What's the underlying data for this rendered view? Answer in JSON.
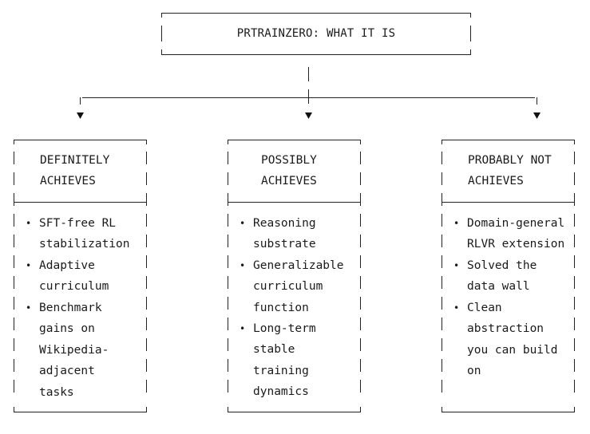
{
  "title": "PRTRAINZERO: WHAT IT IS",
  "columns": [
    {
      "header_lines": [
        "DEFINITELY",
        "ACHIEVES"
      ],
      "items": [
        [
          "SFT-free RL",
          "stabilization"
        ],
        [
          "Adaptive",
          "curriculum"
        ],
        [
          "Benchmark",
          "gains on",
          "Wikipedia-",
          "adjacent",
          "tasks"
        ]
      ]
    },
    {
      "header_lines": [
        "POSSIBLY",
        "ACHIEVES"
      ],
      "items": [
        [
          "Reasoning",
          "substrate"
        ],
        [
          "Generalizable",
          "curriculum",
          "function"
        ],
        [
          "Long-term",
          "stable",
          "training",
          "dynamics"
        ]
      ]
    },
    {
      "header_lines": [
        "PROBABLY NOT",
        "ACHIEVES"
      ],
      "items": [
        [
          "Domain-general",
          "RLVR extension"
        ],
        [
          "Solved the",
          "data wall"
        ],
        [
          "Clean",
          "abstraction",
          "you can build",
          "on"
        ]
      ]
    }
  ],
  "bullet_glyph": "•",
  "arrow_glyph": "▼"
}
